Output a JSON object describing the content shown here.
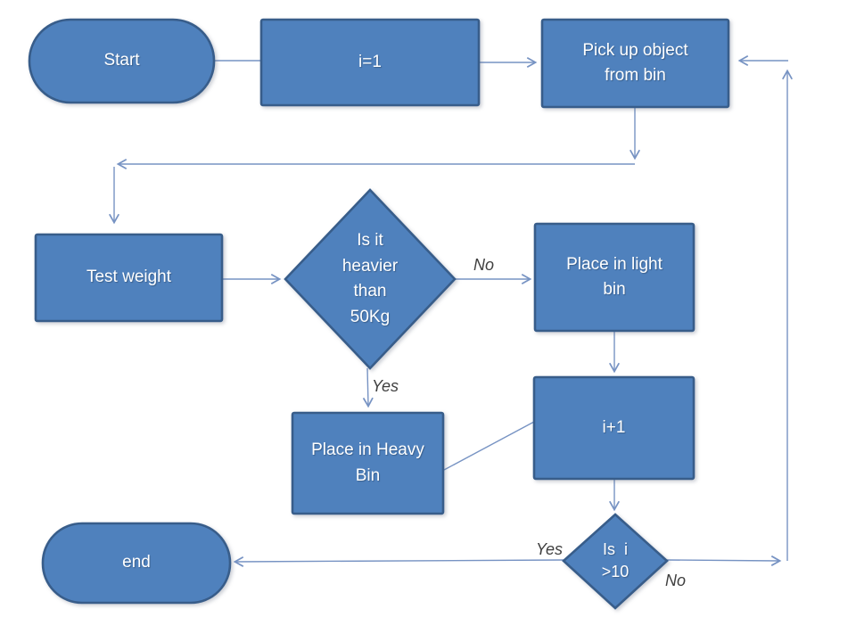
{
  "diagram": {
    "type": "flowchart",
    "background": "#ffffff",
    "colors": {
      "node_fill": "#4f81bd",
      "node_border": "#385d8a",
      "node_text": "#ffffff",
      "connector": "#7793c3",
      "edge_label_text": "#3f3f3f"
    },
    "nodes": {
      "start": {
        "type": "terminator",
        "label": "Start"
      },
      "init": {
        "type": "process",
        "label": "i=1"
      },
      "pickup": {
        "type": "process",
        "label": "Pick up object\nfrom bin"
      },
      "test_weight": {
        "type": "process",
        "label": "Test weight"
      },
      "weight_decision": {
        "type": "decision",
        "label": "Is it\nheavier\nthan\n50Kg"
      },
      "light_bin": {
        "type": "process",
        "label": "Place in light\nbin"
      },
      "heavy_bin": {
        "type": "process",
        "label": "Place in Heavy\nBin"
      },
      "increment": {
        "type": "process",
        "label": "i+1"
      },
      "count_decision": {
        "type": "decision",
        "label": "Is  i\n>10"
      },
      "end": {
        "type": "terminator",
        "label": "end"
      }
    },
    "edge_labels": {
      "weight_no": "No",
      "weight_yes": "Yes",
      "count_yes": "Yes",
      "count_no": "No"
    }
  }
}
